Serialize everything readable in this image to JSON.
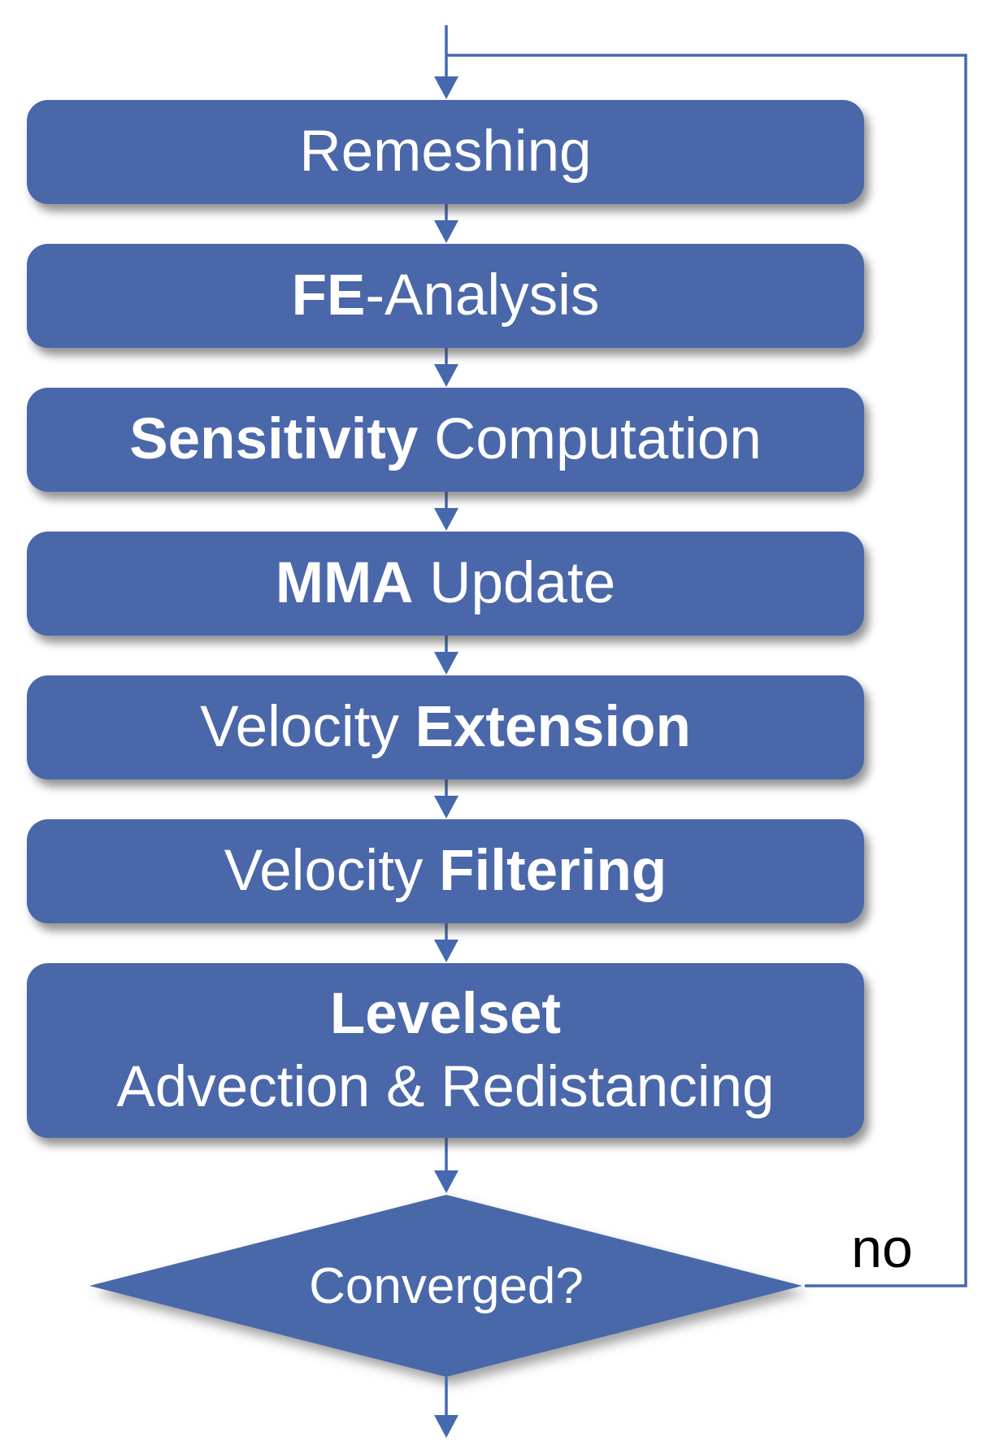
{
  "diagram": {
    "title_hint": "optimization-loop-flowchart",
    "steps": [
      {
        "name": "remeshing",
        "segments": [
          {
            "text": "Remeshing",
            "bold": false
          }
        ]
      },
      {
        "name": "fe-analysis",
        "segments": [
          {
            "text": "FE",
            "bold": true
          },
          {
            "text": "-Analysis",
            "bold": false
          }
        ]
      },
      {
        "name": "sensitivity-computation",
        "segments": [
          {
            "text": "Sensitivity",
            "bold": true
          },
          {
            "text": " Computation",
            "bold": false
          }
        ]
      },
      {
        "name": "mma-update",
        "segments": [
          {
            "text": "MMA",
            "bold": true
          },
          {
            "text": " Update",
            "bold": false
          }
        ]
      },
      {
        "name": "velocity-extension",
        "segments": [
          {
            "text": "Velocity ",
            "bold": false
          },
          {
            "text": "Extension",
            "bold": true
          }
        ]
      },
      {
        "name": "velocity-filtering",
        "segments": [
          {
            "text": "Velocity ",
            "bold": false
          },
          {
            "text": "Filtering",
            "bold": true
          }
        ]
      },
      {
        "name": "levelset-advection-redistancing",
        "segments": [
          {
            "text": "Levelset",
            "bold": true
          },
          {
            "text": "Advection & Redistancing",
            "bold": false
          }
        ]
      }
    ],
    "decision": {
      "label": "Converged?"
    },
    "edge_labels": {
      "no": "no"
    },
    "colors": {
      "node_fill": "#4A67A9",
      "connector": "#4569AE",
      "node_text": "#FFFFFF",
      "edge_label_text": "#000000"
    }
  }
}
